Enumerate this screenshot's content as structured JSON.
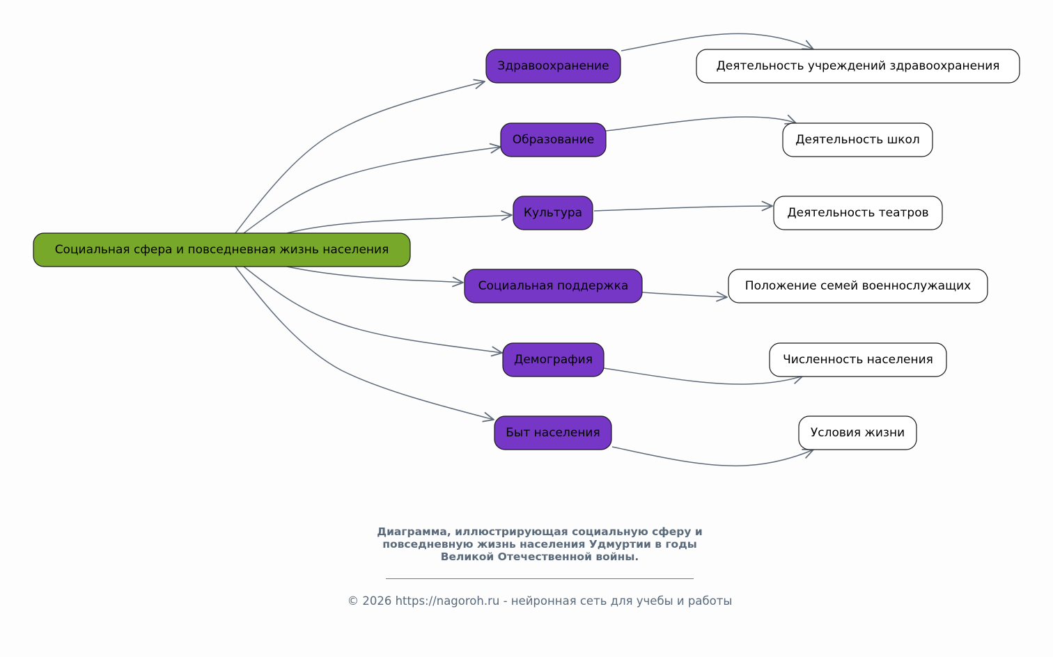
{
  "colors": {
    "root_fill": "#77a829",
    "category_fill": "#7636c6",
    "leaf_fill": "#ffffff",
    "edge": "#5f6b7a",
    "caption_text": "#5a6a7a"
  },
  "diagram": {
    "root": {
      "id": "root",
      "label": "Социальная сфера и повседневная жизнь населения"
    },
    "categories": [
      {
        "id": "health",
        "label": "Здравоохранение",
        "child": {
          "id": "health-activity",
          "label": "Деятельность учреждений здравоохранения"
        }
      },
      {
        "id": "education",
        "label": "Образование",
        "child": {
          "id": "schools",
          "label": "Деятельность школ"
        }
      },
      {
        "id": "culture",
        "label": "Культура",
        "child": {
          "id": "theatres",
          "label": "Деятельность театров"
        }
      },
      {
        "id": "social-support",
        "label": "Социальная поддержка",
        "child": {
          "id": "military-families",
          "label": "Положение семей военнослужащих"
        }
      },
      {
        "id": "demography",
        "label": "Демография",
        "child": {
          "id": "population",
          "label": "Численность населения"
        }
      },
      {
        "id": "daily-life",
        "label": "Быт населения",
        "child": {
          "id": "living-conditions",
          "label": "Условия жизни"
        }
      }
    ]
  },
  "caption": {
    "title": "Диаграмма, иллюстрирующая социальную сферу и\nповседневную жизнь населения Удмуртии в годы\nВеликой Отечественной войны.",
    "footer": "© 2026 https://nagoroh.ru - нейронная сеть для учебы и работы"
  }
}
